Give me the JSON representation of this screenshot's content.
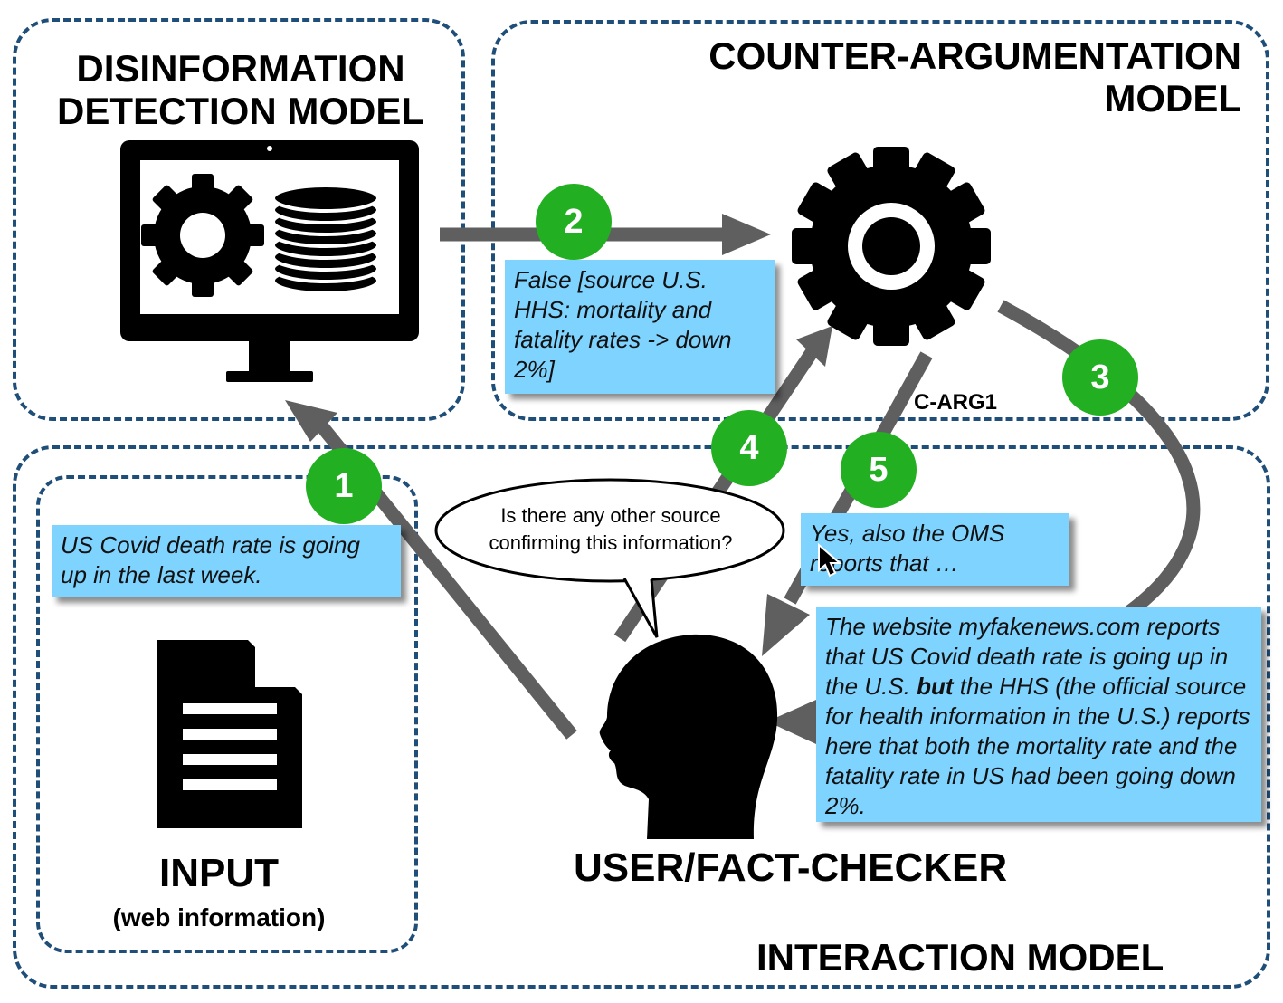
{
  "regions": {
    "detection": {
      "title_line1": "DISINFORMATION",
      "title_line2": "DETECTION MODEL"
    },
    "counter": {
      "title_line1": "COUNTER-ARGUMENTATION",
      "title_line2": "MODEL"
    },
    "interaction": {
      "title": "INTERACTION MODEL"
    },
    "input": {
      "title": "INPUT",
      "subtitle": "(web information)"
    }
  },
  "notes": {
    "input_claim": "US Covid death rate is going up in the last week.",
    "detection_result": "False [source U.S. HHS: mortality and fatality rates -> down 2%]",
    "followup_answer": "Yes, also the OMS reports that …",
    "counter_argument": {
      "part1": "The website myfakenews.com reports that US Covid death rate is going up in the U.S. ",
      "emphasis": "but",
      "part2": " the HHS (the official source for health information in the U.S.) reports here that both the mortality rate and the fatality rate in US had been going down 2%."
    }
  },
  "speech_bubble": "Is there any other source confirming this information?",
  "user_label": "USER/FACT-CHECKER",
  "carg_label": "C-ARG1",
  "badges": [
    "1",
    "2",
    "3",
    "4",
    "5"
  ],
  "icons": [
    "monitor-icon",
    "gear-icon",
    "database-icon",
    "large-gear-icon",
    "document-icon",
    "user-head-icon",
    "mouse-cursor-icon"
  ],
  "colors": {
    "region_border": "#1f4e79",
    "note_background": "#7fd3ff",
    "badge": "#22b022",
    "arrow": "#5f5f5f"
  }
}
